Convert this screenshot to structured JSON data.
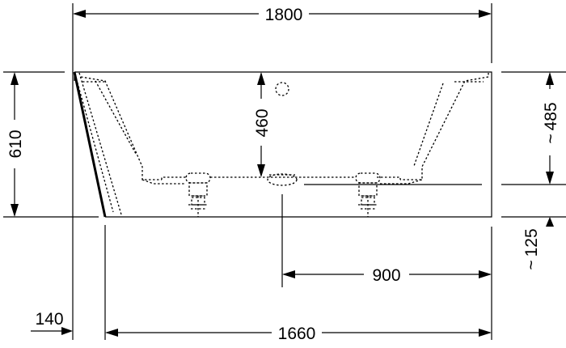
{
  "dimensions": {
    "total_length": "1800",
    "total_width": "610",
    "inner_depth": "460",
    "outer_depth": "485",
    "outer_depth_prefix": "~",
    "offset_height": "125",
    "offset_height_prefix": "~",
    "overflow_distance": "900",
    "left_offset": "140",
    "base_length": "1660"
  }
}
